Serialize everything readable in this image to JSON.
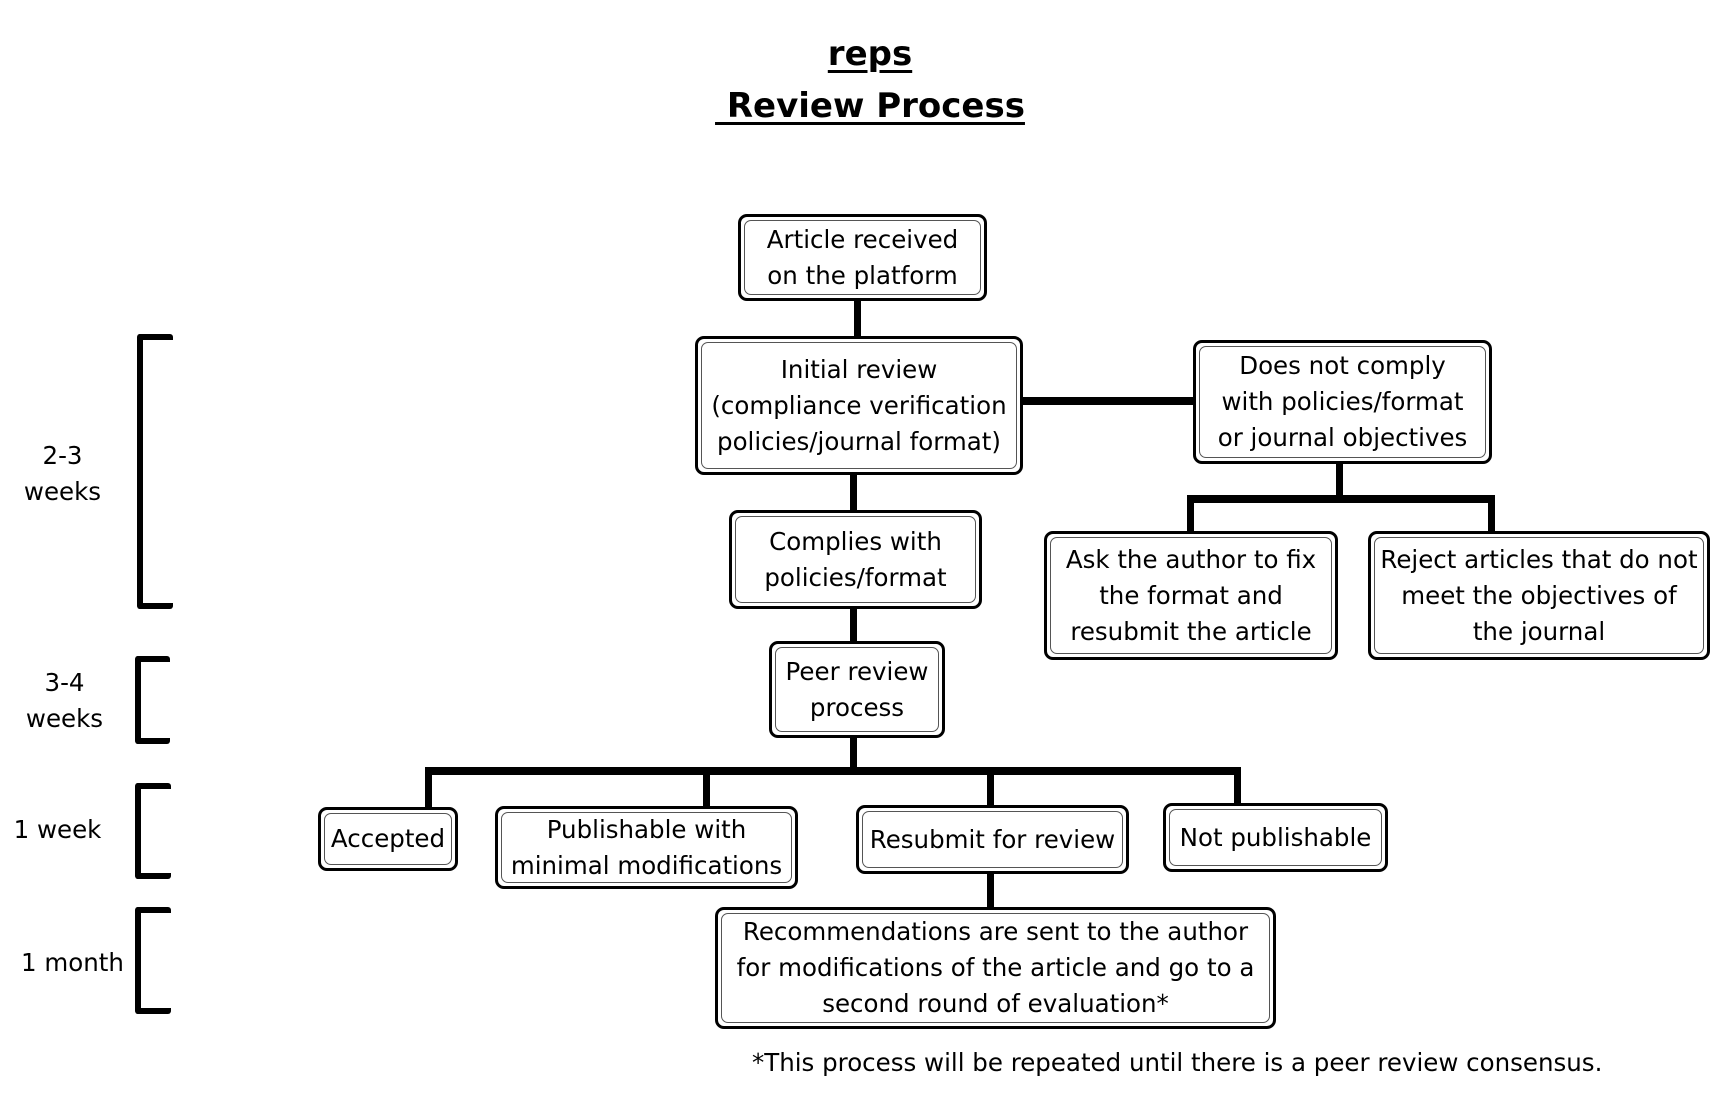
{
  "title": {
    "line1": "reps",
    "line2": " Review Process"
  },
  "timeline": [
    {
      "label": "2-3\nweeks"
    },
    {
      "label": "3-4\nweeks"
    },
    {
      "label": "1 week"
    },
    {
      "label": "1 month"
    }
  ],
  "nodes": {
    "article_received": "Article received\non the platform",
    "initial_review": "Initial review\n(compliance verification\npolicies/journal format)",
    "does_not_comply": "Does not comply\nwith policies/format\nor journal objectives",
    "complies": "Complies with\npolicies/format",
    "ask_author": "Ask the author to fix\nthe format and\nresubmit the article",
    "reject": "Reject articles that do not\nmeet the objectives of\nthe journal",
    "peer_review": "Peer review\nprocess",
    "accepted": "Accepted",
    "publishable_minimal": "Publishable with\nminimal modifications",
    "resubmit": "Resubmit for review",
    "not_publishable": "Not publishable",
    "recommendations": "Recommendations are sent to the author\nfor modifications of the article and go to a\nsecond round of evaluation*"
  },
  "footnote": "*This process will be repeated until there is a peer review consensus."
}
